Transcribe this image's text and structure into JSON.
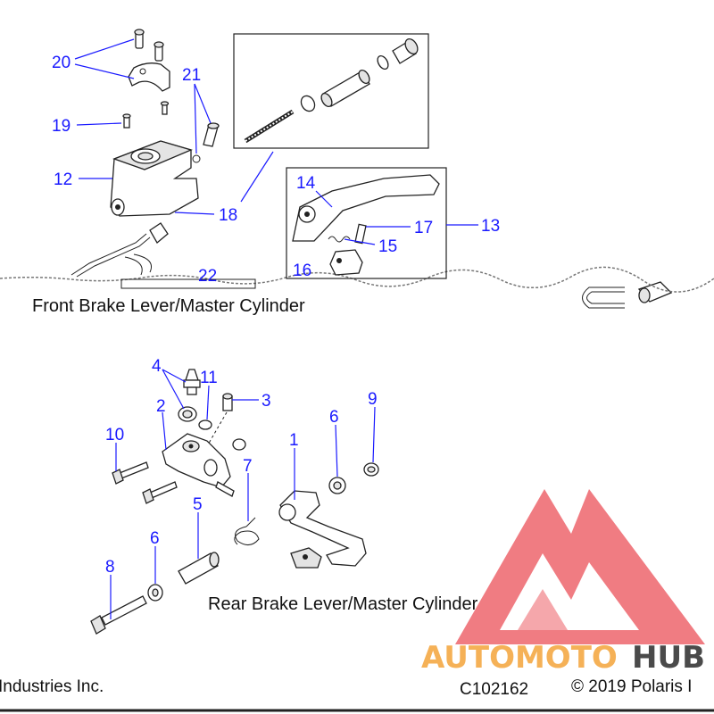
{
  "captions": {
    "front": "Front Brake Lever/Master Cylinder",
    "rear": "Rear Brake Lever/Master Cylinder"
  },
  "callouts": {
    "front": {
      "n20": "20",
      "n21": "21",
      "n19": "19",
      "n12": "12",
      "n18": "18",
      "n14": "14",
      "n17": "17",
      "n13": "13",
      "n15": "15",
      "n16": "16",
      "n22": "22"
    },
    "rear": {
      "n4": "4",
      "n11": "11",
      "n3": "3",
      "n9": "9",
      "n2": "2",
      "n10": "10",
      "n6a": "6",
      "n1": "1",
      "n7": "7",
      "n5": "5",
      "n6b": "6",
      "n8": "8"
    }
  },
  "footer": {
    "left": "Industries Inc.",
    "code": "C102162",
    "right": "© 2019 Polaris I"
  },
  "watermark": {
    "word_part1": "AUTOMOTO",
    "word_part2": "HUB",
    "color_primary": "#e8323c",
    "color_secondary": "#f4a43a",
    "color_tertiary": "#2b2b2b"
  },
  "colors": {
    "callout": "#1a1aff",
    "linework": "#222222"
  }
}
